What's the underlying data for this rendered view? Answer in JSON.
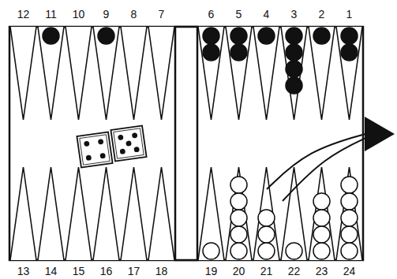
{
  "diagram": {
    "labels": [
      "12",
      "11",
      "10",
      "9",
      "8",
      "7",
      "6",
      "5",
      "4",
      "3",
      "2",
      "1",
      "13",
      "14",
      "15",
      "16",
      "17",
      "18",
      "19",
      "20",
      "21",
      "22",
      "23",
      "24"
    ]
  }
}
